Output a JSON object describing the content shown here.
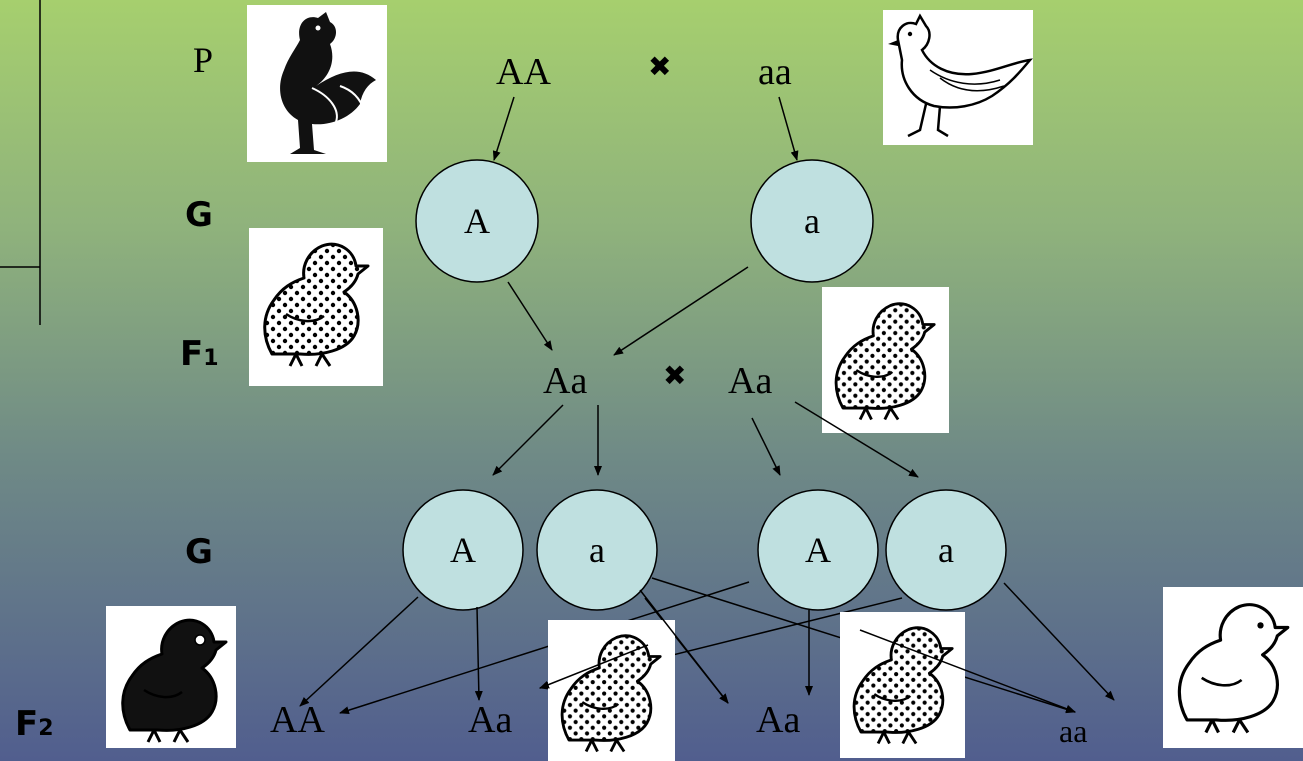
{
  "rows": {
    "p": "P",
    "g1": "G",
    "f1": "F",
    "f1_sub": "1",
    "g2": "G",
    "f2": "F",
    "f2_sub": "2"
  },
  "parents": {
    "left": "AA",
    "right": "aa",
    "cross": "✖"
  },
  "gametes1": [
    "A",
    "a"
  ],
  "f1": {
    "left": "Aa",
    "right": "Aa",
    "cross": "✖"
  },
  "gametes2": [
    "A",
    "a",
    "A",
    "a"
  ],
  "f2": [
    "AA",
    "Aa",
    "Aa",
    "aa"
  ],
  "pictures": {
    "rooster": "rooster-icon",
    "hen": "hen-icon",
    "chick_speckled": "speckled-chick-icon",
    "chick_black": "black-chick-icon",
    "chick_white": "white-chick-icon"
  },
  "colors": {
    "gamete_fill": "#bfe0e0",
    "ink": "#000000"
  }
}
